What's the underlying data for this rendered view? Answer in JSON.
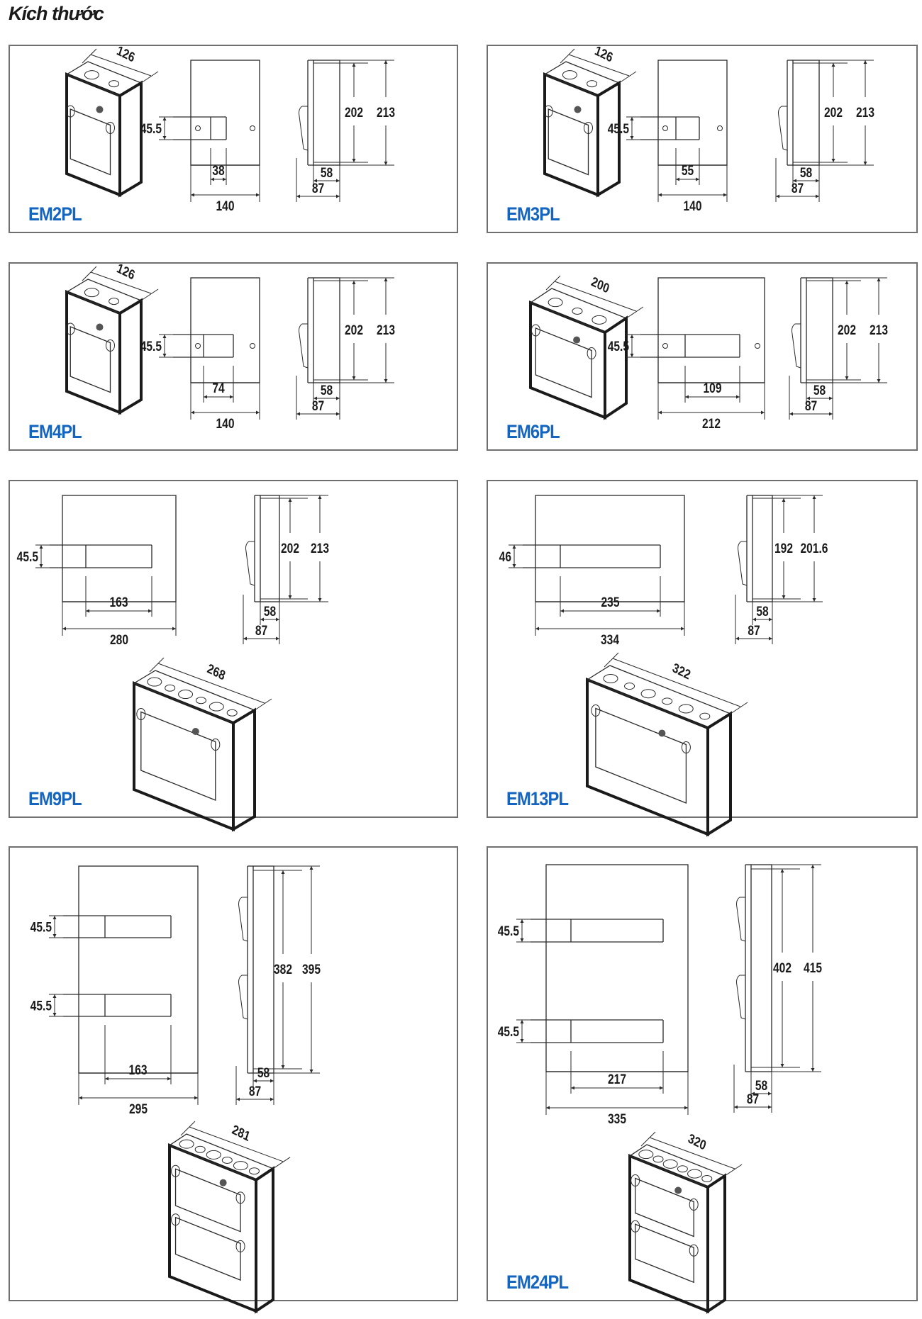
{
  "page": {
    "title": "Kích thước"
  },
  "colors": {
    "model_label": "#1565c0",
    "panel_border": "#6f6f6f",
    "line": "#2a2a2a"
  },
  "panels": [
    {
      "model": "EM2PL",
      "isometric": {
        "depth_label": "126"
      },
      "front": {
        "rail_height": "45.5",
        "rail_width": "38",
        "overall_width": "140"
      },
      "side": {
        "inner_height": "202",
        "overall_height": "213",
        "inner_depth": "58",
        "overall_depth": "87"
      }
    },
    {
      "model": "EM3PL",
      "isometric": {
        "depth_label": "126"
      },
      "front": {
        "rail_height": "45.5",
        "rail_width": "55",
        "overall_width": "140"
      },
      "side": {
        "inner_height": "202",
        "overall_height": "213",
        "inner_depth": "58",
        "overall_depth": "87"
      }
    },
    {
      "model": "EM4PL",
      "isometric": {
        "depth_label": "126"
      },
      "front": {
        "rail_height": "45.5",
        "rail_width": "74",
        "overall_width": "140"
      },
      "side": {
        "inner_height": "202",
        "overall_height": "213",
        "inner_depth": "58",
        "overall_depth": "87"
      }
    },
    {
      "model": "EM6PL",
      "isometric": {
        "depth_label": "200"
      },
      "front": {
        "rail_height": "45.5",
        "rail_width": "109",
        "overall_width": "212"
      },
      "side": {
        "inner_height": "202",
        "overall_height": "213",
        "inner_depth": "58",
        "overall_depth": "87"
      }
    },
    {
      "model": "EM9PL",
      "isometric": {
        "depth_label": "268"
      },
      "front": {
        "rail_height": "45.5",
        "rail_width": "163",
        "overall_width": "280"
      },
      "side": {
        "inner_height": "202",
        "overall_height": "213",
        "inner_depth": "58",
        "overall_depth": "87"
      }
    },
    {
      "model": "EM13PL",
      "isometric": {
        "depth_label": "322"
      },
      "front": {
        "rail_height": "46",
        "rail_width": "235",
        "overall_width": "334"
      },
      "side": {
        "inner_height": "192",
        "overall_height": "201.6",
        "inner_depth": "58",
        "overall_depth": "87"
      }
    },
    {
      "model": "",
      "isometric": {
        "depth_label": "281"
      },
      "front": {
        "rail_height": "45.5",
        "rail_height_2": "45.5",
        "rail_width": "163",
        "overall_width": "295"
      },
      "side": {
        "inner_height": "382",
        "overall_height": "395",
        "inner_depth": "58",
        "overall_depth": "87"
      }
    },
    {
      "model": "EM24PL",
      "isometric": {
        "depth_label": "320"
      },
      "front": {
        "rail_height": "45.5",
        "rail_height_2": "45.5",
        "rail_width": "217",
        "overall_width": "335"
      },
      "side": {
        "inner_height": "402",
        "overall_height": "415",
        "inner_depth": "58",
        "overall_depth": "87"
      }
    }
  ]
}
